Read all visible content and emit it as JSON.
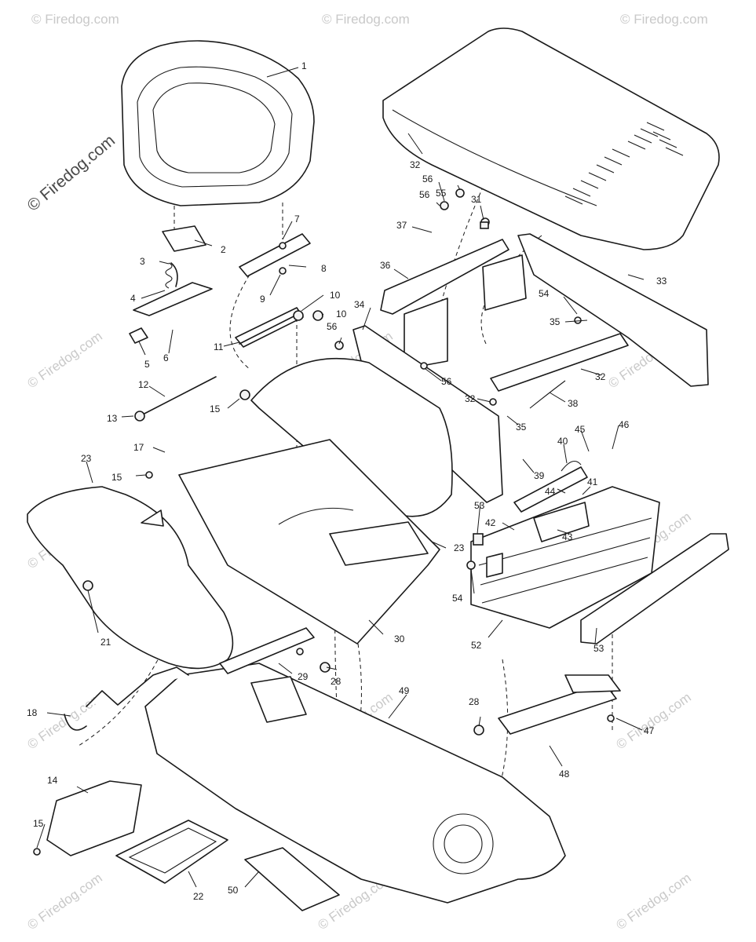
{
  "watermark": "© Firedog.com",
  "parts": {
    "p1": "1",
    "p2": "2",
    "p3": "3",
    "p4": "4",
    "p5": "5",
    "p6": "6",
    "p7": "7",
    "p8": "8",
    "p9": "9",
    "p10a": "10",
    "p10b": "10",
    "p11": "11",
    "p12": "12",
    "p13": "13",
    "p14": "14",
    "p15a": "15",
    "p15b": "15",
    "p15c": "15",
    "p17": "17",
    "p18": "18",
    "p21": "21",
    "p22": "22",
    "p23a": "23",
    "p23b": "23",
    "p28a": "28",
    "p28b": "28",
    "p29": "29",
    "p30": "30",
    "p31": "31",
    "p32a": "32",
    "p32b": "32",
    "p32c": "32",
    "p33": "33",
    "p34": "34",
    "p35a": "35",
    "p35b": "35",
    "p36": "36",
    "p37": "37",
    "p38": "38",
    "p39": "39",
    "p40": "40",
    "p41": "41",
    "p42": "42",
    "p43": "43",
    "p44": "44",
    "p45": "45",
    "p46": "46",
    "p47": "47",
    "p48": "48",
    "p49": "49",
    "p50": "50",
    "p52": "52",
    "p53a": "53",
    "p53b": "53",
    "p54a": "54",
    "p54b": "54",
    "p55": "55",
    "p56a": "56",
    "p56b": "56",
    "p56c": "56",
    "p56d": "56"
  }
}
